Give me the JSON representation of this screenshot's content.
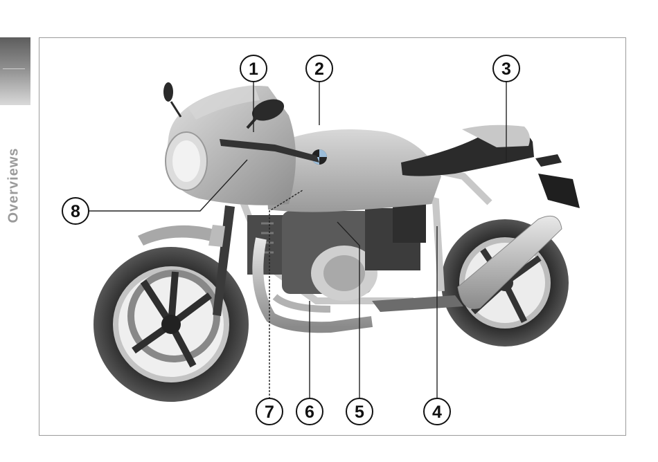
{
  "sidebar": {
    "section_label": "Overviews"
  },
  "callouts": [
    {
      "label": "1"
    },
    {
      "label": "2"
    },
    {
      "label": "3"
    },
    {
      "label": "4"
    },
    {
      "label": "5"
    },
    {
      "label": "6"
    },
    {
      "label": "7"
    },
    {
      "label": "8"
    }
  ],
  "colors": {
    "tab_dark": "#5d5d5d",
    "frame_border": "#9a9a9a",
    "label_gray": "#9a9a9a"
  }
}
